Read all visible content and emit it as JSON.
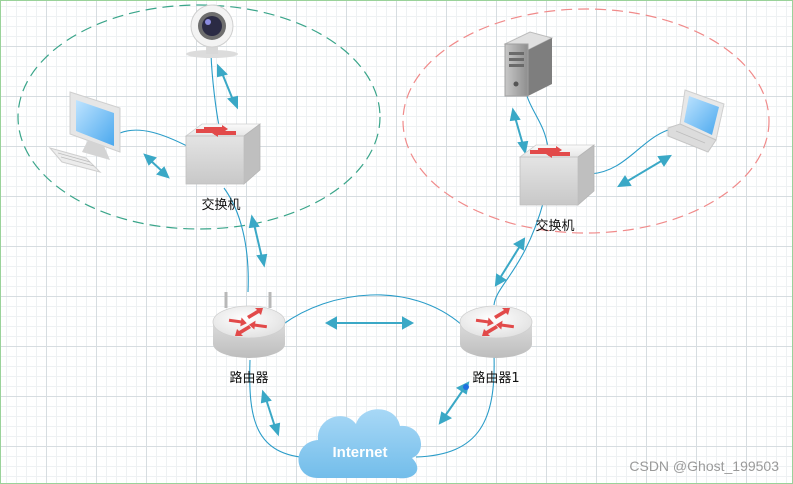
{
  "nodes": {
    "switch_left_label": "交换机",
    "switch_right_label": "交换机",
    "router_left_label": "路由器",
    "router_right_label": "路由器1",
    "cloud_label": "Internet"
  },
  "icons": [
    "camera-icon",
    "desktop-icon",
    "server-icon",
    "laptop-icon",
    "switch-icon",
    "router-icon",
    "cloud-icon"
  ],
  "colors": {
    "link": "#2a9cc8",
    "arrow": "#3aa8c6",
    "left_zone": "#3aa58a",
    "right_zone": "#f08a8a",
    "switch_arrows": "#e24a4a",
    "cloud": "#7fc4ee"
  },
  "watermark": "CSDN @Ghost_199503"
}
